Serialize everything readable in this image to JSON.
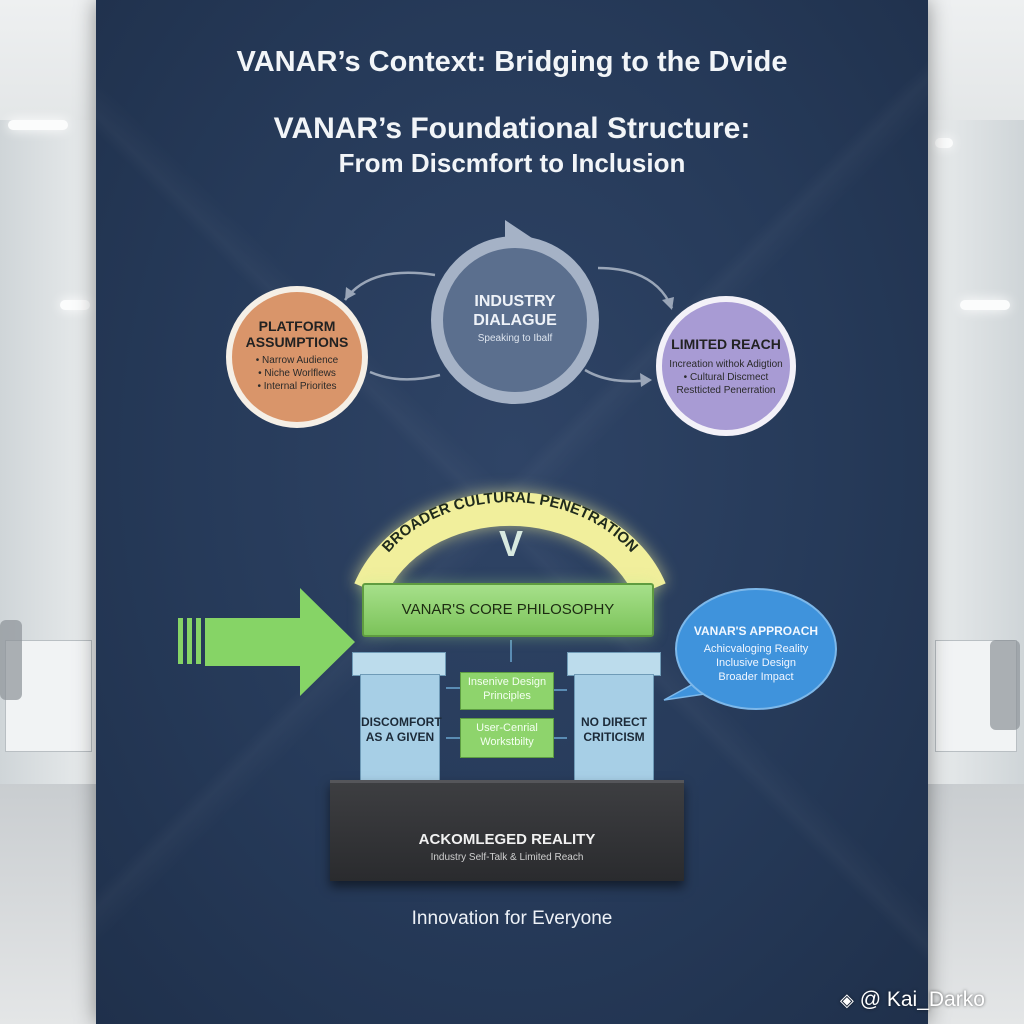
{
  "titles": {
    "context": "VANAR’s Context: Bridging to the Dvide",
    "structure": "VANAR’s Foundational Structure:",
    "subtitle": "From Discmfort to Inclusion"
  },
  "cycle": {
    "left": {
      "title": "PLATFORM ASSUMPTIONS",
      "items": [
        "• Narrow Audience",
        "• Niche Worlflews",
        "• Internal Priorites"
      ]
    },
    "middle": {
      "title": "INDUSTRY DIALAGUE",
      "subtitle": "Speaking to Ibalf"
    },
    "right": {
      "title": "LIMITED REACH",
      "items": [
        "Increation withok Adigtion",
        "• Cultural Discmect",
        "Restticted Penerration"
      ]
    }
  },
  "arch": {
    "label": "BROADER CULTURAL PENETRATION",
    "logo": "V"
  },
  "beam": {
    "label": "VANAR'S CORE PHILOSOPHY"
  },
  "pillars": {
    "left": "DISCOMFORT AS A GIVEN",
    "right": "NO DIRECT CRITICISM"
  },
  "principles": {
    "top": "Insenive Design Principles",
    "bottom": "User-Cenrial Workstbilty"
  },
  "approach": {
    "title": "VANAR'S APPROACH",
    "items": [
      "Achicvaloging Reality",
      "Inclusive Design",
      "Broader Impact"
    ]
  },
  "foundation": {
    "title": "ACKOMLEGED REALITY",
    "subtitle": "Industry Self-Talk & Limited Reach"
  },
  "footer": {
    "tagline": "Innovation for Everyone"
  },
  "watermark": {
    "handle": "@ Kai_Darko"
  },
  "colors": {
    "panel": "#263a59",
    "platform_circle": "#d9956a",
    "industry_circle": "#5b6f8e",
    "reach_circle": "#a89bd4",
    "core_beam": "#8ed46c",
    "pillars": "#a7cfe6",
    "approach_bubble": "#3f93dc",
    "arch_glow": "#f1ef9c"
  }
}
